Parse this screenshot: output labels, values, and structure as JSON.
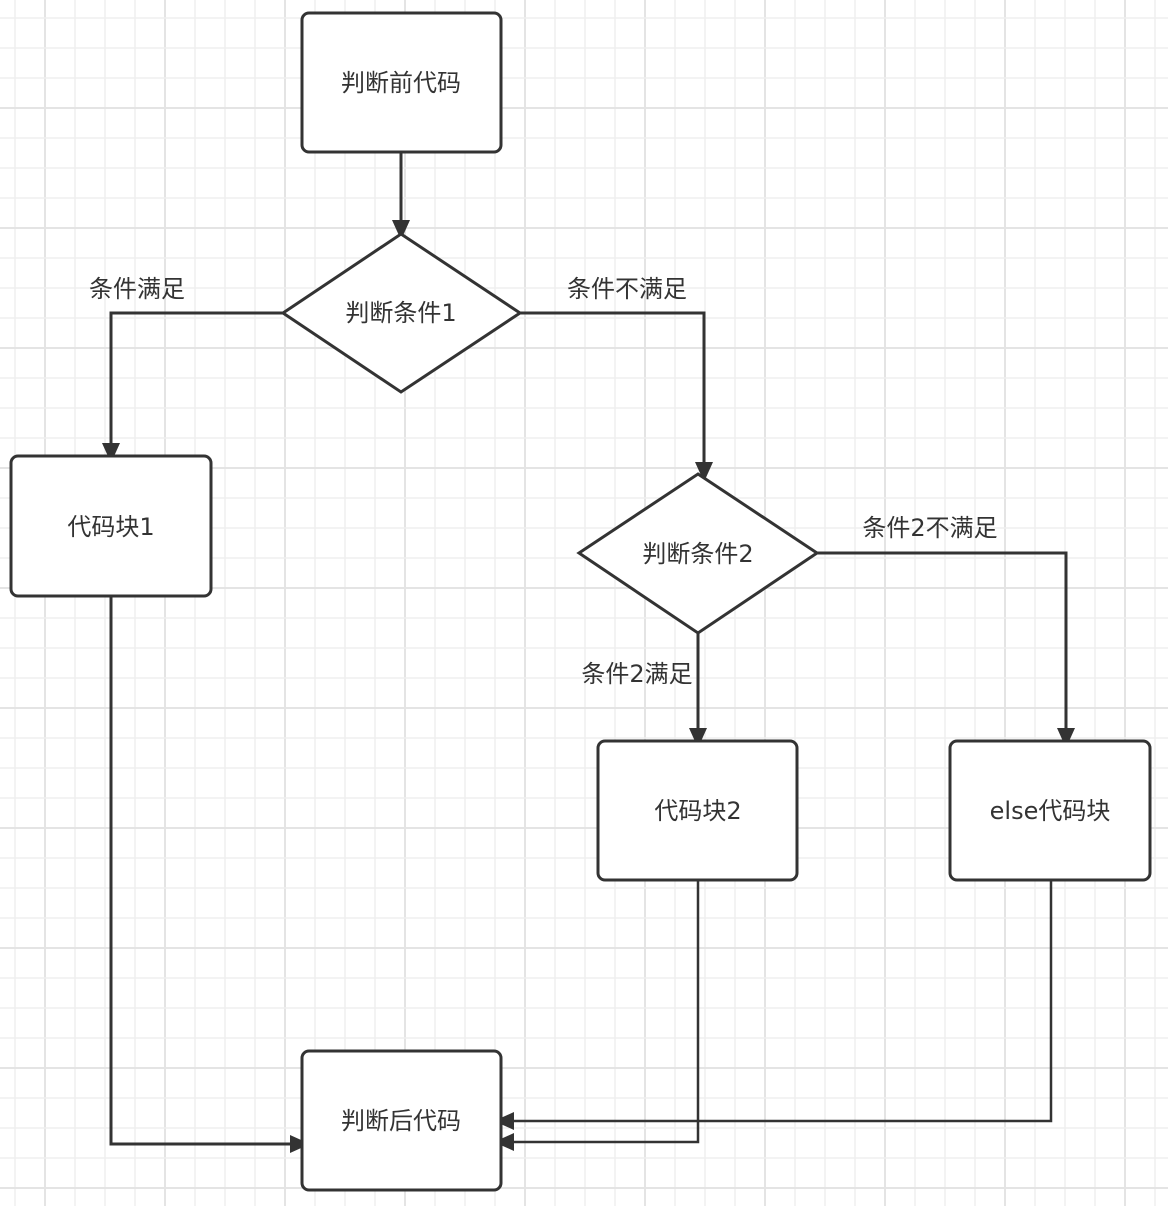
{
  "diagram": {
    "type": "flowchart",
    "colors": {
      "background": "#ffffff",
      "grid_minor": "#efefef",
      "grid_major": "#e4e4e4",
      "stroke": "#333333",
      "text": "#333333",
      "node_fill": "#ffffff"
    },
    "nodes": [
      {
        "id": "before",
        "shape": "rounded-rect",
        "label": "判断前代码"
      },
      {
        "id": "cond1",
        "shape": "diamond",
        "label": "判断条件1"
      },
      {
        "id": "block1",
        "shape": "rounded-rect",
        "label": "代码块1"
      },
      {
        "id": "cond2",
        "shape": "diamond",
        "label": "判断条件2"
      },
      {
        "id": "block2",
        "shape": "rounded-rect",
        "label": "代码块2"
      },
      {
        "id": "else_block",
        "shape": "rounded-rect",
        "label": "else代码块"
      },
      {
        "id": "after",
        "shape": "rounded-rect",
        "label": "判断后代码"
      }
    ],
    "edges": [
      {
        "from": "before",
        "to": "cond1",
        "label": ""
      },
      {
        "from": "cond1",
        "to": "block1",
        "label": "条件满足"
      },
      {
        "from": "cond1",
        "to": "cond2",
        "label": "条件不满足"
      },
      {
        "from": "cond2",
        "to": "block2",
        "label": "条件2满足"
      },
      {
        "from": "cond2",
        "to": "else_block",
        "label": "条件2不满足"
      },
      {
        "from": "block1",
        "to": "after",
        "label": ""
      },
      {
        "from": "block2",
        "to": "after",
        "label": ""
      },
      {
        "from": "else_block",
        "to": "after",
        "label": ""
      }
    ]
  }
}
